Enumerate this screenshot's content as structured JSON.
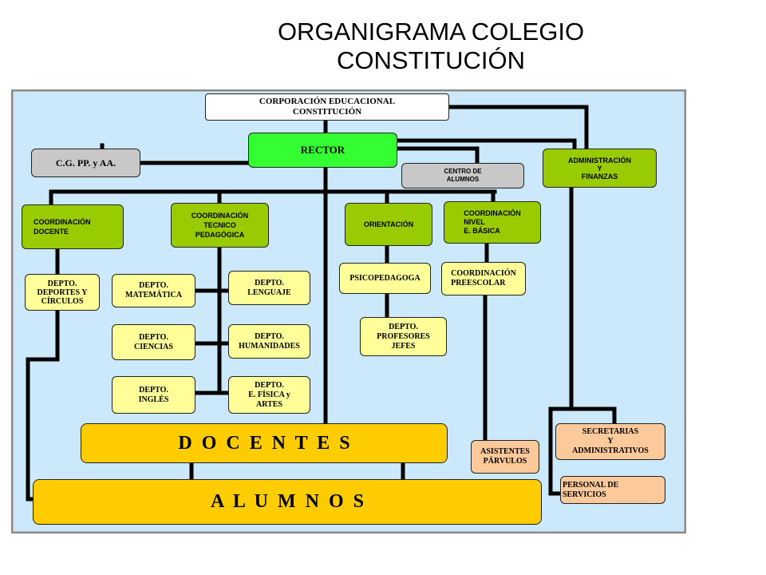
{
  "title": "ORGANIGRAMA COLEGIO\nCONSTITUCIÓN",
  "nodes": {
    "corporacion": "CORPORACIÓN  EDUCACIONAL\nCONSTITUCIÓN",
    "rector": "RECTOR",
    "cgpp": "C.G.  PP. y  AA.",
    "centro_alumnos": "CENTRO  DE\nALUMNOS",
    "administracion": "ADMINISTRACIÓN\nY\nFINANZAS",
    "coord_docente": "COORDINACIÓN\nDOCENTE",
    "coord_tecnico": "COORDINACIÓN\nTECNICO\nPEDAGÓGICA",
    "orientacion": "ORIENTACIÓN",
    "coord_nivel": "COORDINACIÓN\nNIVEL\nE.  BÁSICA",
    "depto_deportes": "DEPTO.\nDEPORTES  Y\nCÍRCULOS",
    "depto_matematica": "DEPTO.\nMATEMÁTICA",
    "depto_lenguaje": "DEPTO.\nLENGUAJE",
    "depto_ciencias": "DEPTO.\nCIENCIAS",
    "depto_humanidades": "DEPTO.\nHUMANIDADES",
    "depto_ingles": "DEPTO.\nINGLÉS",
    "depto_efisica": "DEPTO.\nE. FÍSICA  y\nARTES",
    "psicopedagoga": "PSICOPEDAGOGA",
    "depto_profesores": "DEPTO.\nPROFESORES\nJEFES",
    "coord_preescolar": "COORDINACIÓN\nPREESCOLAR",
    "asistentes": "ASISTENTES\nPÁRVULOS",
    "docentes": "D  O  C  E  N  T  E  S",
    "alumnos": "A  L  U  M  N  O  S",
    "secretarias": "SECRETARIAS\nY\nADMINISTRATIVOS",
    "personal": "PERSONAL   DE\nSERVICIOS"
  },
  "colors": {
    "frame": "#cce9fb",
    "coordination": "#99cc00",
    "rector": "#33ff33",
    "department": "#ffff99",
    "main_group": "#ffcc00",
    "staff": "#fcc99a",
    "neutral": "#c8c8c8"
  }
}
